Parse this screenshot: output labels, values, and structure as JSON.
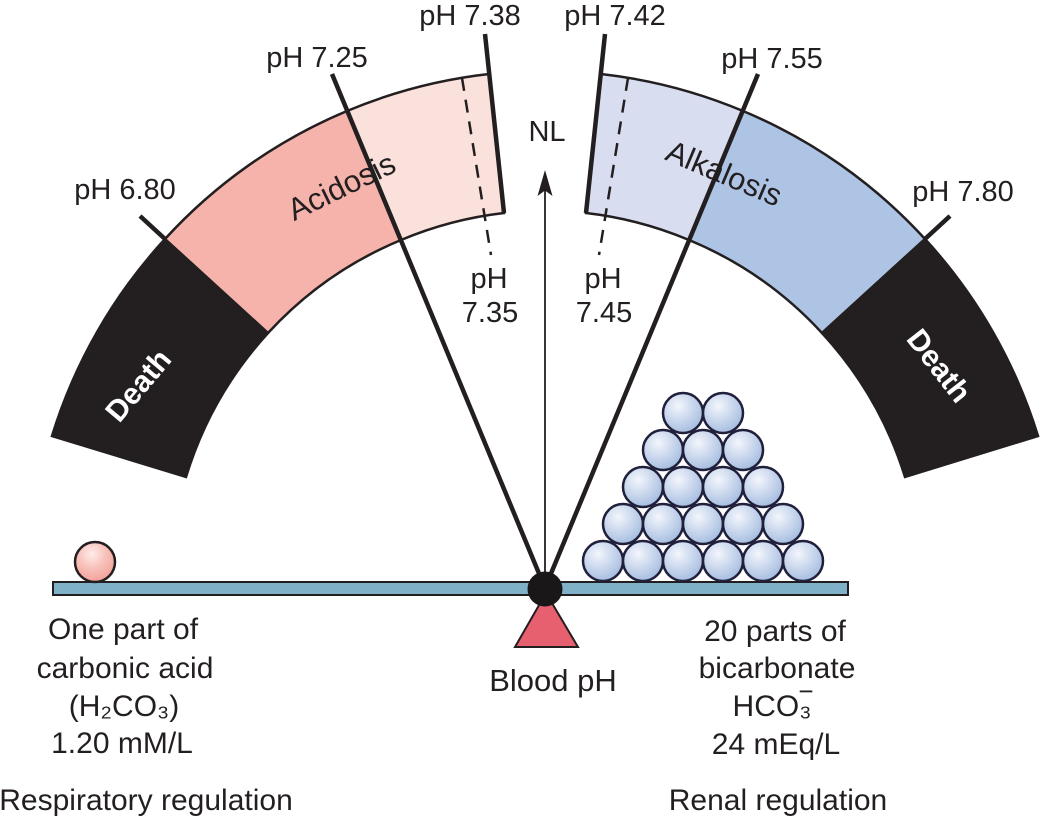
{
  "gauge": {
    "nl_label": "NL",
    "tick_labels": {
      "ph_680": "pH 6.80",
      "ph_725": "pH 7.25",
      "ph_738": "pH 7.38",
      "ph_742": "pH 7.42",
      "ph_755": "pH 7.55",
      "ph_780": "pH 7.80"
    },
    "dashed_labels": {
      "ph_735": {
        "line1": "pH",
        "line2": "7.35"
      },
      "ph_745": {
        "line1": "pH",
        "line2": "7.45"
      }
    },
    "region_labels": {
      "acidosis": "Acidosis",
      "alkalosis": "Alkalosis",
      "death_left": "Death",
      "death_right": "Death"
    },
    "segments": [
      {
        "region": "Death",
        "ph_range": "below 6.80"
      },
      {
        "region": "Acidosis",
        "ph_range": "6.80–7.38"
      },
      {
        "region": "Normal (NL)",
        "ph_range": "7.38–7.42"
      },
      {
        "region": "Alkalosis",
        "ph_range": "7.42–7.80"
      },
      {
        "region": "Death",
        "ph_range": "above 7.80"
      }
    ]
  },
  "balance": {
    "fulcrum_label": "Blood pH",
    "left": {
      "ball_count": 1,
      "lines": [
        "One part of",
        "carbonic acid",
        "(H₂CO₃)",
        "1.20 mM/L"
      ],
      "regulation": "Respiratory regulation"
    },
    "right": {
      "ball_count": 20,
      "lines": [
        "20 parts of",
        "bicarbonate",
        "HCO₃",
        "24 mEq/L"
      ],
      "hco3_superscript_minus": "−",
      "regulation": "Renal regulation"
    }
  },
  "colors": {
    "outline": "#231f20",
    "death": "#231f20",
    "acidosis_strong": "#f5b3ab",
    "acidosis_pale": "#fbe1db",
    "alkalosis_pale": "#d8def0",
    "alkalosis_strong": "#aec4e4",
    "beam": "#7fb2c8",
    "fulcrum": "#e7606f",
    "pivot": "#1a1718",
    "pink_ball_hi": "#feecea",
    "pink_ball_mid": "#f8c0ba",
    "pink_ball_edge": "#f1998f",
    "blue_ball_hi": "#f3f6fc",
    "blue_ball_mid": "#ccd9ee",
    "blue_ball_edge": "#9db7dc"
  }
}
